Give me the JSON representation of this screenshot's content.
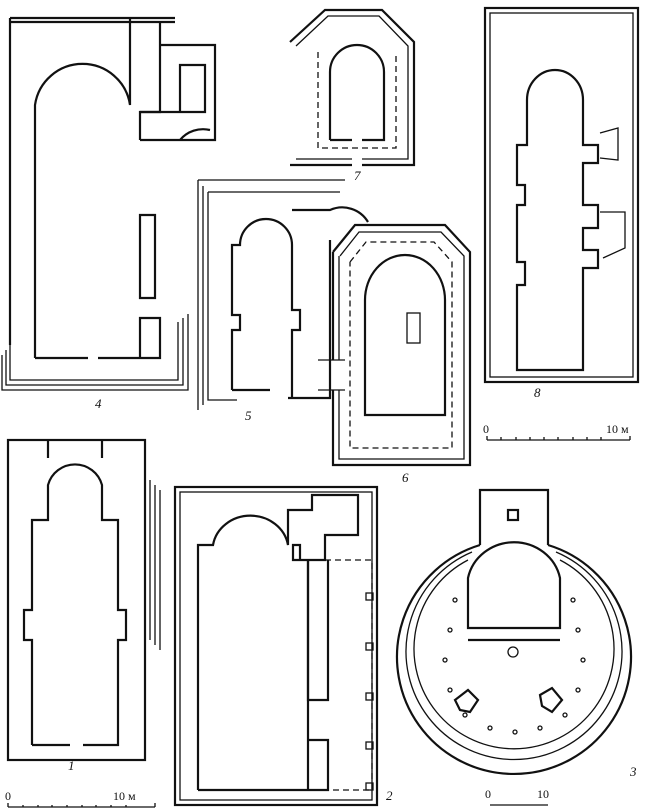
{
  "plans": [
    {
      "id": "4",
      "label": "4"
    },
    {
      "id": "7",
      "label": "7"
    },
    {
      "id": "5",
      "label": "5"
    },
    {
      "id": "6",
      "label": "6"
    },
    {
      "id": "8",
      "label": "8"
    },
    {
      "id": "1",
      "label": "1"
    },
    {
      "id": "2",
      "label": "2"
    },
    {
      "id": "3",
      "label": "3"
    }
  ],
  "scales": {
    "top_right": {
      "start": "0",
      "end": "10 м"
    },
    "bottom_left": {
      "start": "0",
      "end": "10 м"
    },
    "bottom_right": {
      "start": "0",
      "end": "10"
    }
  }
}
